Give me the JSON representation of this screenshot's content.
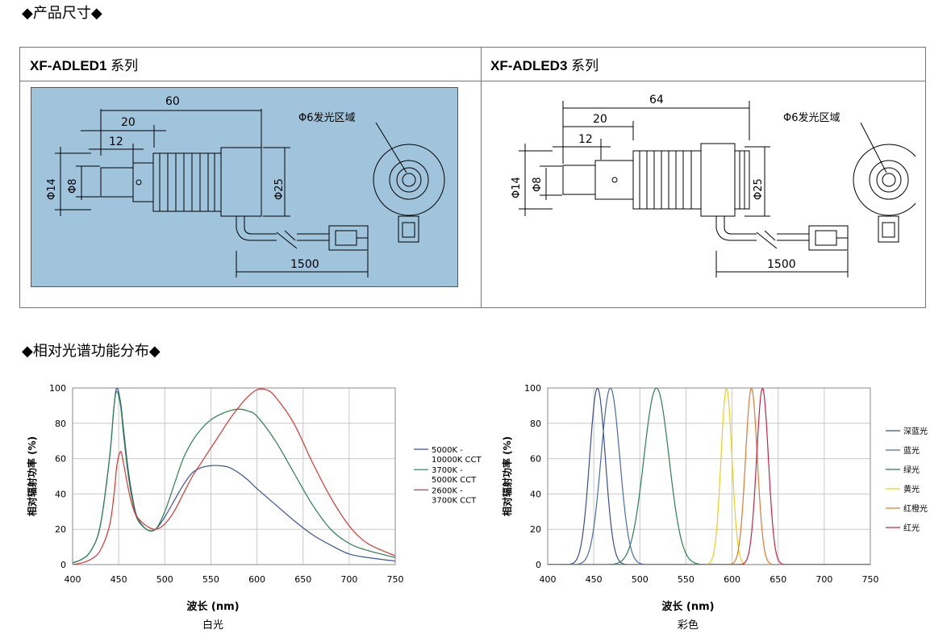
{
  "section_dimensions": "◆产品尺寸◆",
  "section_spectrum": "◆相对光谱功能分布◆",
  "table": {
    "left": {
      "model": "XF-ADLED1",
      "suffix": " 系列",
      "dims": {
        "total": "60",
        "mid": "20",
        "short": "12",
        "d_outer": "Φ14",
        "d_inner": "Φ8",
        "d_body": "Φ25",
        "cable": "1500",
        "emit": "Φ6发光区域"
      }
    },
    "right": {
      "model": "XF-ADLED3",
      "suffix": " 系列",
      "dims": {
        "total": "64",
        "mid": "20",
        "short": "12",
        "d_outer": "Φ14",
        "d_inner": "Φ8",
        "d_body": "Φ25",
        "cable": "1500",
        "emit": "Φ6发光区域"
      }
    }
  },
  "colors": {
    "left_bg": "#9fc4dc",
    "blue": "#3a5599",
    "green": "#2a8050",
    "red": "#dd3333",
    "yellow": "#e8d020",
    "orange": "#e07a30",
    "crimson": "#cc2244",
    "grid": "#c8c8c8"
  },
  "chart_data": [
    {
      "type": "line",
      "title": "白光",
      "xlabel": "波长 (nm)",
      "ylabel": "相对辐射功率 (%)",
      "xlim": [
        400,
        750
      ],
      "ylim": [
        0,
        100
      ],
      "xticks": [
        400,
        450,
        500,
        550,
        600,
        650,
        700,
        750
      ],
      "yticks": [
        0,
        20,
        40,
        60,
        80,
        100
      ],
      "grid": true,
      "legend": "right",
      "series": [
        {
          "name": "5000K - 10000K CCT",
          "color": "#3a5599",
          "x": [
            400,
            410,
            420,
            430,
            440,
            445,
            448,
            452,
            455,
            460,
            465,
            470,
            480,
            490,
            500,
            510,
            520,
            530,
            540,
            550,
            560,
            570,
            580,
            590,
            600,
            620,
            640,
            660,
            680,
            700,
            720,
            750
          ],
          "y": [
            1,
            3,
            8,
            22,
            60,
            90,
            100,
            92,
            78,
            55,
            38,
            27,
            20,
            20,
            27,
            36,
            45,
            52,
            55,
            56,
            56,
            55,
            52,
            48,
            43,
            34,
            25,
            17,
            11,
            6,
            4,
            2
          ]
        },
        {
          "name": "3700K - 5000K CCT",
          "color": "#2a8050",
          "x": [
            400,
            410,
            420,
            430,
            440,
            445,
            448,
            452,
            455,
            460,
            465,
            470,
            480,
            490,
            500,
            510,
            520,
            530,
            540,
            550,
            560,
            570,
            580,
            590,
            600,
            620,
            640,
            660,
            680,
            700,
            720,
            750
          ],
          "y": [
            1,
            3,
            8,
            22,
            60,
            90,
            98,
            90,
            75,
            52,
            36,
            26,
            20,
            20,
            30,
            45,
            60,
            70,
            77,
            82,
            85,
            87,
            88,
            87,
            84,
            70,
            52,
            34,
            20,
            12,
            8,
            4
          ]
        },
        {
          "name": "2600K - 3700K CCT",
          "color": "#dd3333",
          "x": [
            400,
            410,
            420,
            430,
            440,
            445,
            448,
            452,
            455,
            460,
            465,
            470,
            480,
            490,
            500,
            510,
            520,
            530,
            540,
            550,
            560,
            570,
            580,
            590,
            600,
            610,
            620,
            640,
            660,
            680,
            700,
            720,
            750
          ],
          "y": [
            0,
            1,
            3,
            8,
            22,
            40,
            56,
            64,
            58,
            44,
            33,
            27,
            22,
            20,
            23,
            30,
            40,
            50,
            58,
            66,
            74,
            82,
            89,
            95,
            99,
            99,
            95,
            80,
            58,
            38,
            22,
            12,
            5
          ]
        }
      ]
    },
    {
      "type": "line",
      "title": "彩色",
      "xlabel": "波长 (nm)",
      "ylabel": "相对辐射功率 (%)",
      "xlim": [
        400,
        750
      ],
      "ylim": [
        0,
        100
      ],
      "xticks": [
        400,
        450,
        500,
        550,
        600,
        650,
        700,
        750
      ],
      "yticks": [
        0,
        20,
        40,
        60,
        80,
        100
      ],
      "grid": true,
      "legend": "right",
      "series": [
        {
          "name": "深蓝光",
          "color": "#3a4f8a",
          "peak": 454,
          "fwhm": 20
        },
        {
          "name": "蓝光",
          "color": "#4a6aaa",
          "peak": 468,
          "fwhm": 24
        },
        {
          "name": "绿光",
          "color": "#2a8050",
          "peak": 518,
          "fwhm": 32
        },
        {
          "name": "黄光",
          "color": "#e8d020",
          "peak": 594,
          "fwhm": 14
        },
        {
          "name": "红橙光",
          "color": "#e07a30",
          "peak": 621,
          "fwhm": 15
        },
        {
          "name": "红光",
          "color": "#cc2244",
          "peak": 633,
          "fwhm": 15
        }
      ]
    }
  ]
}
